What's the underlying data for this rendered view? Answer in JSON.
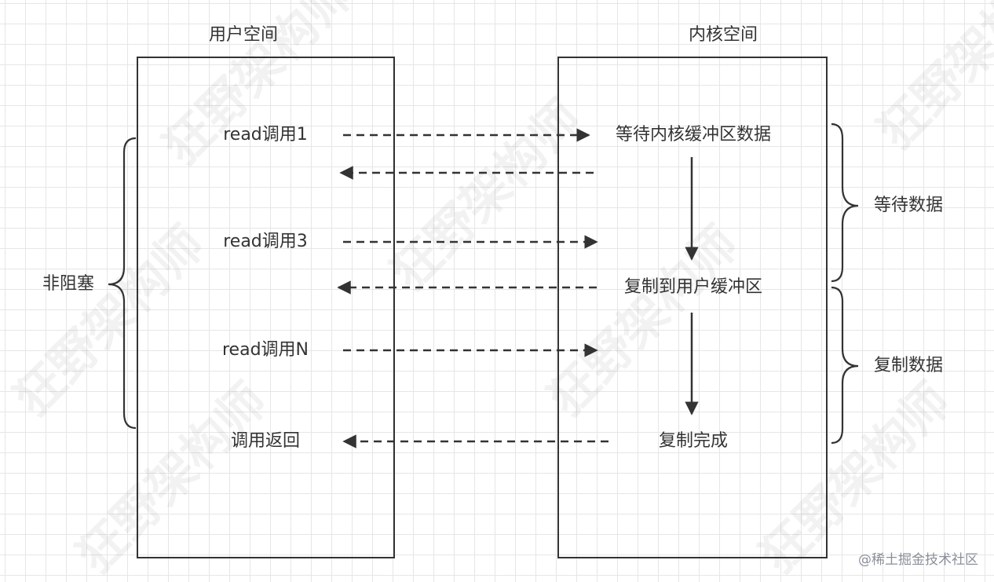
{
  "titles": {
    "user_space": "用户空间",
    "kernel_space": "内核空间"
  },
  "user_side": {
    "call_1": "read调用1",
    "call_3": "read调用3",
    "call_n": "read调用N",
    "call_return": "调用返回"
  },
  "kernel_side": {
    "wait_data": "等待内核缓冲区数据",
    "copy_to_user": "复制到用户缓冲区",
    "copy_done": "复制完成"
  },
  "brace_labels": {
    "non_blocking": "非阻塞",
    "waiting_data": "等待数据",
    "copying_data": "复制数据"
  },
  "watermark": {
    "text": "狂野架构师",
    "site": "@稀土掘金技术社区"
  },
  "colors": {
    "line": "#333333",
    "grid": "#e6e6e6",
    "background": "#ffffff"
  }
}
